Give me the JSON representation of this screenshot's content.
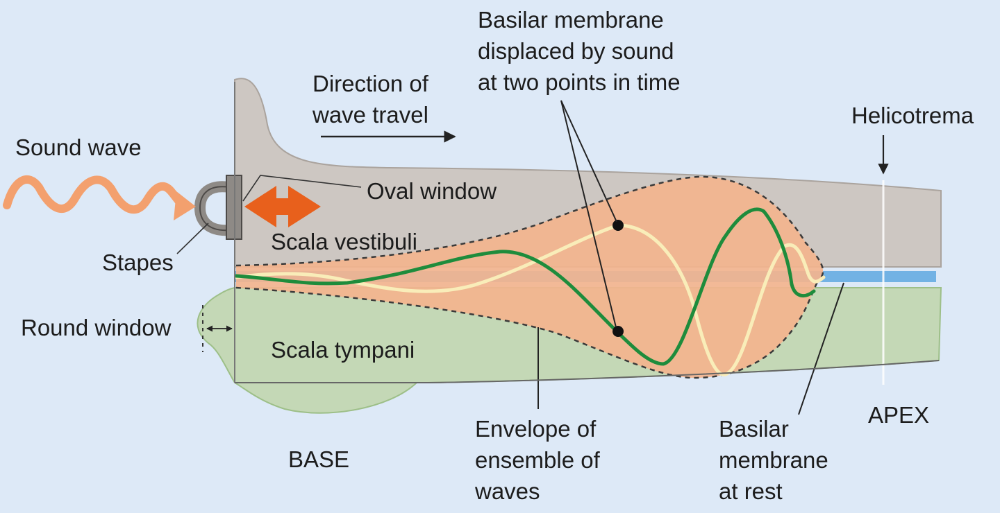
{
  "labels": {
    "sound_wave": "Sound wave",
    "stapes": "Stapes",
    "oval_window": "Oval window",
    "round_window": "Round window",
    "direction": "Direction of\nwave travel",
    "basilar_displaced": "Basilar membrane\ndisplaced by sound\nat two points in time",
    "helicotrema": "Helicotrema",
    "scala_vestibuli": "Scala vestibuli",
    "scala_tympani": "Scala tympani",
    "base": "BASE",
    "apex": "APEX",
    "envelope": "Envelope of\nensemble of\nwaves",
    "basilar_rest": "Basilar\nmembrane\nat rest"
  },
  "colors": {
    "background": "#dde9f7",
    "scala_vestibuli": "#cdc7c2",
    "scala_tympani": "#c4d8b6",
    "basilar_membrane": "#72b2e4",
    "envelope_fill": "#f3b48e",
    "wave_green": "#1e8c3c",
    "wave_cream": "#f9edb9",
    "sound_wave": "#f3a06e",
    "piston_arrow": "#e8601c",
    "stapes": "#8e8a86",
    "outline": "#555555"
  },
  "icons": {
    "sound_wave": "sine-wave-arrow-icon",
    "piston": "double-headed-arrow-icon",
    "direction": "right-arrow-icon",
    "helicotrema": "down-arrow-icon"
  }
}
